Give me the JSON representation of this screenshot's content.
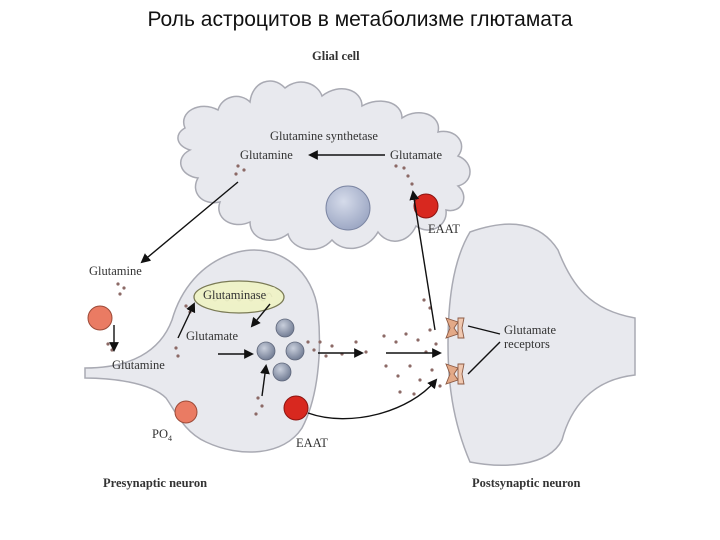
{
  "slide": {
    "title": "Роль астроцитов в метаболизме глютамата"
  },
  "diagram": {
    "glial_cell": "Glial cell",
    "glutamine_synthetase": "Glutamine synthetase",
    "glial_glutamine": "Glutamine",
    "glial_glutamate": "Glutamate",
    "eaat_glial": "EAAT",
    "extracellular_glutamine": "Glutamine",
    "glutaminase": "Glutaminase",
    "presyn_glutamate": "Glutamate",
    "presyn_glutamine": "Glutamine",
    "po4": "PO",
    "po4_subscript": "4",
    "eaat_presyn": "EAAT",
    "glutamate_receptors_line1": "Glutamate",
    "glutamate_receptors_line2": "receptors",
    "presynaptic_neuron": "Presynaptic neuron",
    "postsynaptic_neuron": "Postsynaptic neuron"
  },
  "colors": {
    "cell_fill": "#e8e9ee",
    "cell_stroke": "#a9aab3",
    "eaat_red": "#d8281f",
    "transporter_salmon": "#ea7b63",
    "vesicle_blue": "#8a94a8",
    "glutaminase_fill": "#eef2c8",
    "dot_color": "#8c6a66"
  }
}
